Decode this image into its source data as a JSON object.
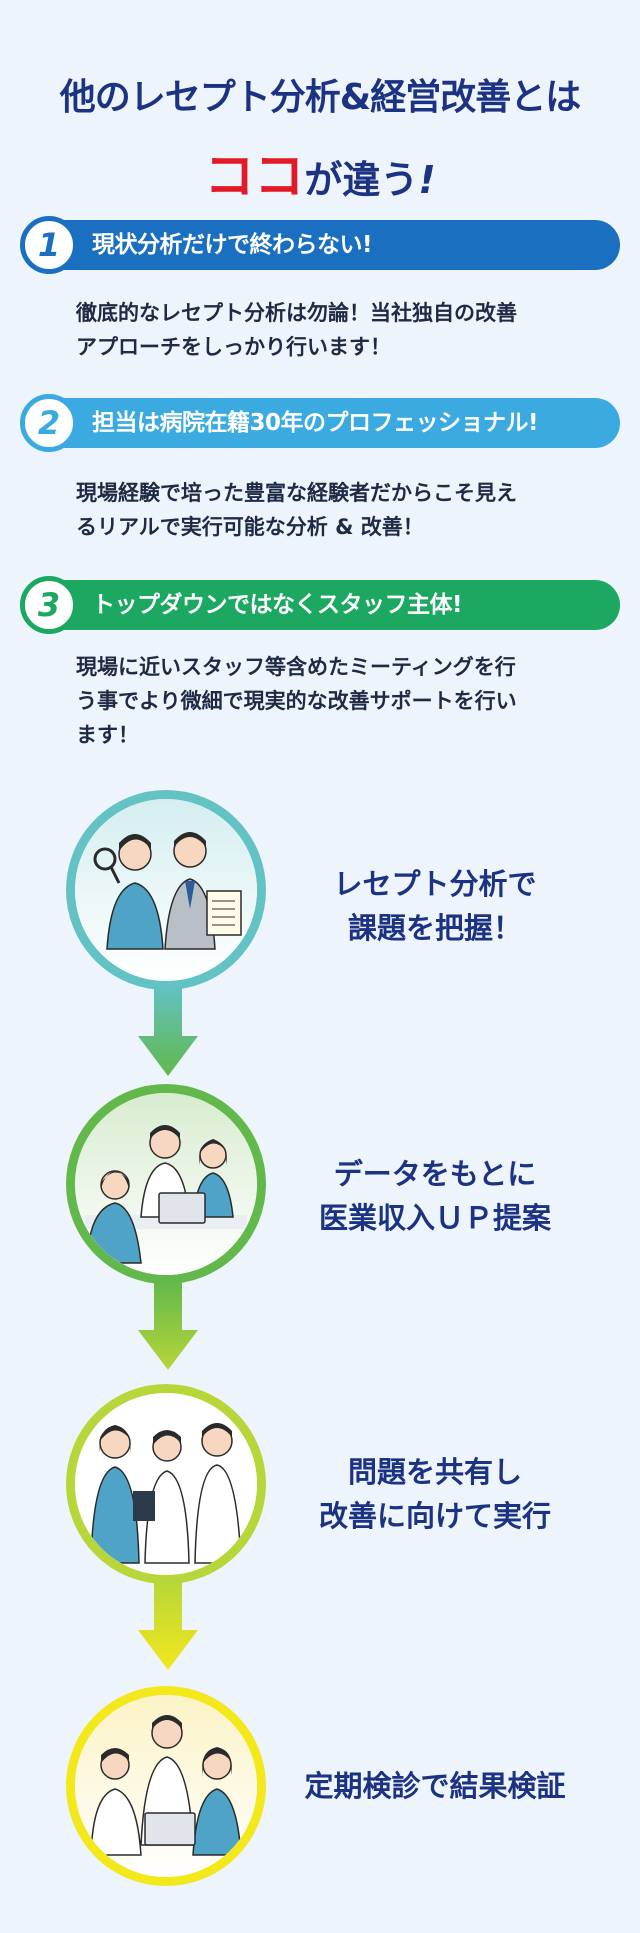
{
  "headline": {
    "line1": "他のレセプト分析&経営改善とは",
    "line2_accent": "ココ",
    "line2_rest": "が違う",
    "line2_excl": "!"
  },
  "features": [
    {
      "number": "1",
      "title": "現状分析だけで終わらない!",
      "desc_line1": "徹底的なレセプト分析は勿論！当社独自の改善",
      "desc_line2": "アプローチをしっかり行います！"
    },
    {
      "number": "2",
      "title": "担当は病院在籍30年のプロフェッショナル!",
      "desc_line1": "現場経験で培った豊富な経験者だからこそ見え",
      "desc_line2": "るリアルで実行可能な分析 & 改善！"
    },
    {
      "number": "3",
      "title": "トップダウンではなくスタッフ主体!",
      "desc_line1": "現場に近いスタッフ等含めたミーティングを行",
      "desc_line2": "う事でより微細で現実的な改善サポートを行い",
      "desc_line3": "ます！"
    }
  ],
  "steps": [
    {
      "line1": "レセプト分析で",
      "line2": "課題を把握！",
      "ring_color": "#62c2c4",
      "scene": "analysis-illustration"
    },
    {
      "line1": "データをもとに",
      "line2": "医業収入ＵＰ提案",
      "ring_color": "#62b84a",
      "scene": "proposal-illustration"
    },
    {
      "line1": "問題を共有し",
      "line2": "改善に向けて実行",
      "ring_color": "#b7d63a",
      "scene": "sharing-illustration"
    },
    {
      "line1": "定期検診で結果検証",
      "line2": "",
      "ring_color": "#f2e81c",
      "scene": "verification-illustration"
    }
  ]
}
